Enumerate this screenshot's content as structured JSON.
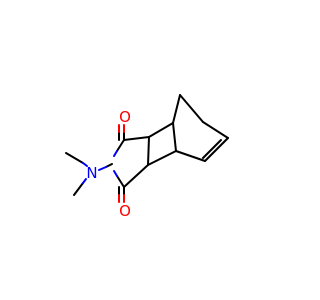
{
  "molecule": {
    "atoms": {
      "O1": {
        "symbol": "O",
        "label": "O"
      },
      "O2": {
        "symbol": "O",
        "label": "O"
      },
      "N": {
        "symbol": "N",
        "label": "N"
      }
    },
    "colors": {
      "bond": "#000000",
      "oxygen": "#ff0000",
      "nitrogen": "#0000ff",
      "background": "#ffffff"
    }
  }
}
